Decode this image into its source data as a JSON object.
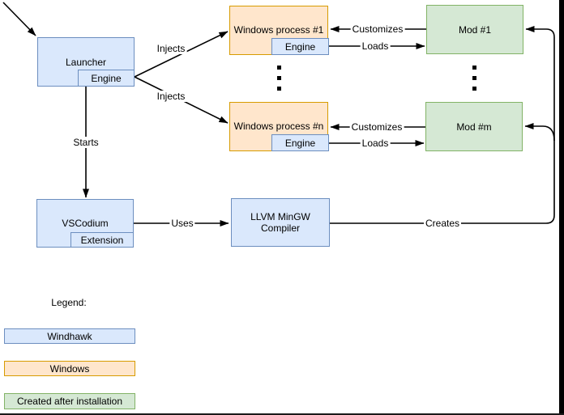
{
  "diagram": {
    "nodes": {
      "launcher": {
        "label": "Launcher"
      },
      "launcher_engine": {
        "label": "Engine"
      },
      "winproc1": {
        "label": "Windows process #1"
      },
      "winproc1_engine": {
        "label": "Engine"
      },
      "winprocn": {
        "label": "Windows process #n"
      },
      "winprocn_engine": {
        "label": "Engine"
      },
      "mod1": {
        "label": "Mod #1"
      },
      "modm": {
        "label": "Mod #m"
      },
      "vscodium": {
        "label": "VSCodium"
      },
      "vscodium_extension": {
        "label": "Extension"
      },
      "compiler": {
        "label": "LLVM MinGW\nCompiler"
      }
    },
    "edges": {
      "injects_top": "Injects",
      "injects_bottom": "Injects",
      "customizes_1": "Customizes",
      "loads_1": "Loads",
      "customizes_2": "Customizes",
      "loads_2": "Loads",
      "starts": "Starts",
      "uses": "Uses",
      "creates": "Creates"
    },
    "legend": {
      "title": "Legend:",
      "items": [
        {
          "label": "Windhawk",
          "fill": "#dae8fc",
          "stroke": "#6c8ebf"
        },
        {
          "label": "Windows",
          "fill": "#ffe6cc",
          "stroke": "#d79b00"
        },
        {
          "label": "Created after installation",
          "fill": "#d5e8d4",
          "stroke": "#82b366"
        }
      ]
    },
    "colors": {
      "windhawk_fill": "#dae8fc",
      "windhawk_stroke": "#6c8ebf",
      "windows_fill": "#ffe6cc",
      "windows_stroke": "#d79b00",
      "created_fill": "#d5e8d4",
      "created_stroke": "#82b366",
      "connector": "#000000"
    }
  }
}
